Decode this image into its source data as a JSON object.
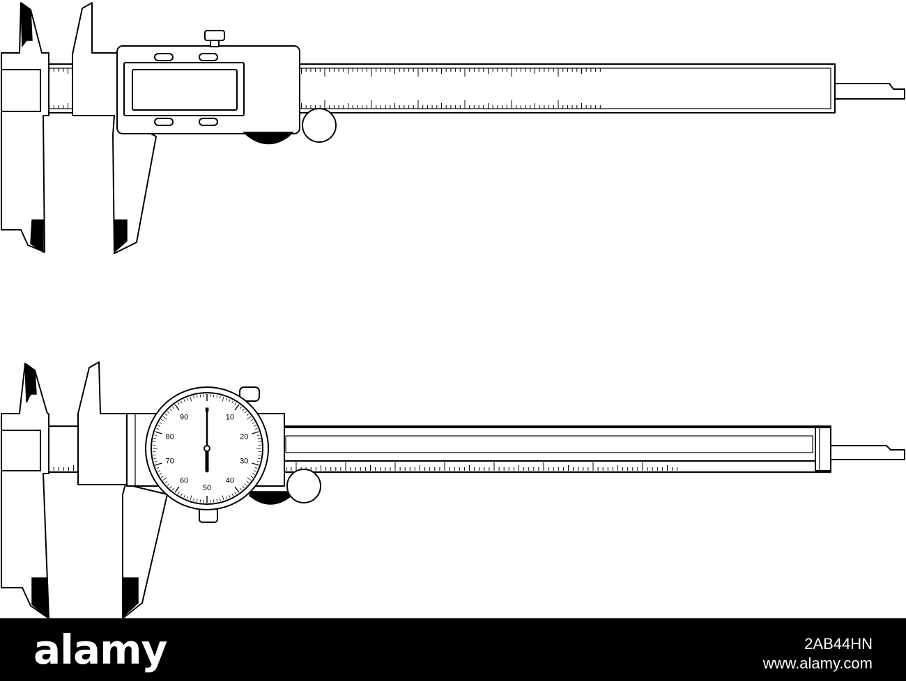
{
  "dial": {
    "labels": [
      "0",
      "10",
      "20",
      "30",
      "40",
      "50",
      "60",
      "70",
      "80",
      "90"
    ],
    "reading": 0
  },
  "footer": {
    "logo": "alamy",
    "image_id": "2AB44HN",
    "site": "www.alamy.com"
  }
}
